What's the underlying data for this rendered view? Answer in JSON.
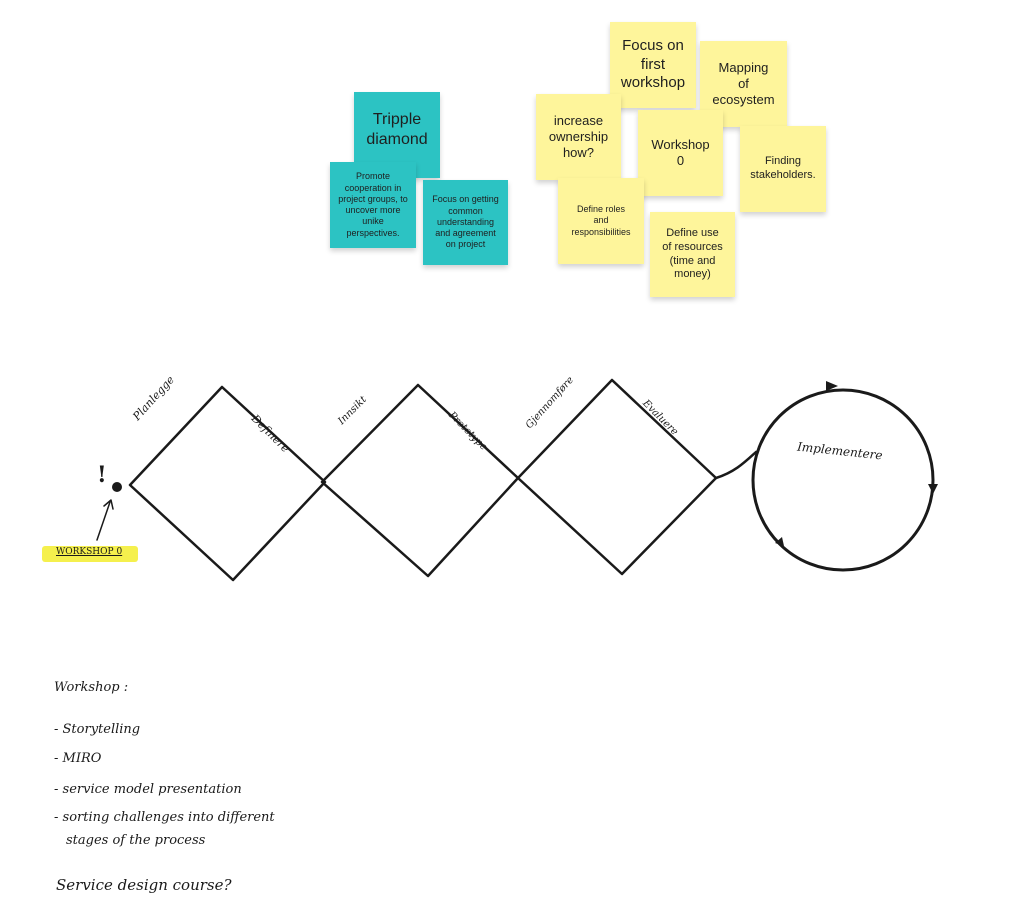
{
  "teal_notes": {
    "title": "Tripple\ndiamond",
    "promote": "Promote\ncooperation in\nproject groups, to\nuncover more\nunike\nperspectives.",
    "focus": "Focus on getting\ncommon\nunderstanding\nand agreement\non project"
  },
  "yellow_notes": {
    "first_workshop": "Focus on\nfirst\nworkshop",
    "mapping": "Mapping\nof\necosystem",
    "ownership": "increase\nownership\nhow?",
    "workshop0": "Workshop\n0",
    "stakeholders": "Finding\nstakeholders.",
    "roles": "Define roles\nand\nresponsibilities",
    "resources": "Define use\nof resources\n(time and\nmoney)"
  },
  "diagram": {
    "phases": [
      "Planlegge",
      "Definere",
      "Innsikt",
      "Prototype",
      "Gjennomføre",
      "Evaluere"
    ],
    "implement": "Implementere",
    "marker": "!",
    "workshop_label": "WORKSHOP 0"
  },
  "notes": {
    "heading": "Workshop :",
    "items": [
      "- Storytelling",
      "- MIRO",
      "- service model presentation",
      "- sorting challenges into different",
      "stages of the process"
    ],
    "question": "Service design course?"
  },
  "colors": {
    "teal": "#2cc3c3",
    "yellow": "#fef59b",
    "highlight": "#f4ee3a",
    "ink": "#1a1a1a"
  }
}
